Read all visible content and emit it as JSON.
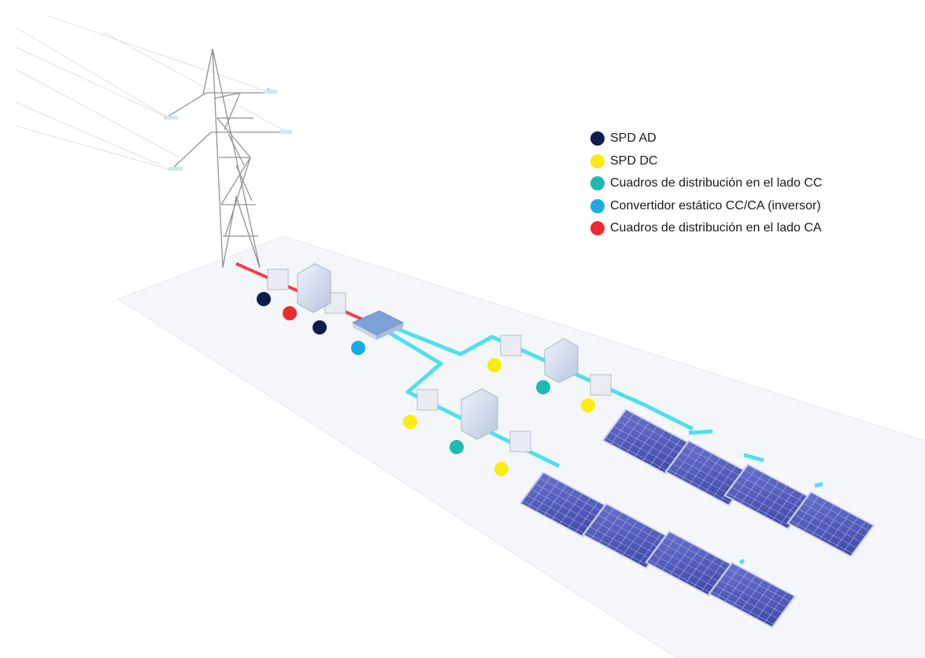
{
  "legend": [
    {
      "key": "spd_ad",
      "label": "SPD AD",
      "color": "#0e1d4f"
    },
    {
      "key": "spd_dc",
      "label": "SPD DC",
      "color": "#fcec0f"
    },
    {
      "key": "dist_cc",
      "label": "Cuadros de distribución en el lado CC",
      "color": "#1bbcaf"
    },
    {
      "key": "inverter",
      "label": "Convertidor estático CC/CA (inversor)",
      "color": "#19abe8"
    },
    {
      "key": "dist_ca",
      "label": "Cuadros de distribución en el lado CA",
      "color": "#ee2a2f"
    }
  ],
  "colors": {
    "ac_cable": "#f0404a",
    "dc_cable": "#4fe0ec",
    "panel": "#4b55b8",
    "panel_edge": "#cfd3ee",
    "ground": "#f4f5f8",
    "tower": "#9aa0a6"
  },
  "scene": {
    "tower": "transmission-tower",
    "panels": "solar-panel-array",
    "equipment": [
      "spd-box",
      "distribution-cabinet",
      "inverter"
    ]
  }
}
